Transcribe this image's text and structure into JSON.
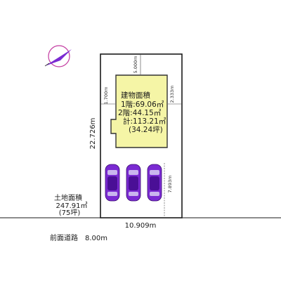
{
  "colors": {
    "lot_outline": "#1a1a1a",
    "building_fill": "#f5f5a6",
    "building_stroke": "#333333",
    "car_body": "#7a2ad2",
    "car_roof": "#4a0f96",
    "car_glass": "#c9b6ee",
    "north_arrow_circle": "#c33aa0",
    "north_arrow_needle": "#7a2ad2"
  },
  "icons": {
    "north_arrow": "north-arrow-icon",
    "car": "car-icon"
  },
  "lot": {
    "depth_label": "22.726m",
    "width_label": "10.909m",
    "area_heading": "土地面積",
    "area_value": "247.91㎡",
    "area_tsubo": "(75坪)"
  },
  "setbacks": {
    "front": "5.000m",
    "left": "1.700m",
    "right": "2.333m",
    "parking_depth": "7.893m"
  },
  "building": {
    "title": "建物面積",
    "floor1": "1階:69.06㎡",
    "floor2": "2階:44.15㎡",
    "total": "計:113.21㎡",
    "total_tsubo": "(34.24坪)"
  },
  "road": {
    "label": "前面道路　8.00m"
  },
  "parking": {
    "cars": 3
  }
}
